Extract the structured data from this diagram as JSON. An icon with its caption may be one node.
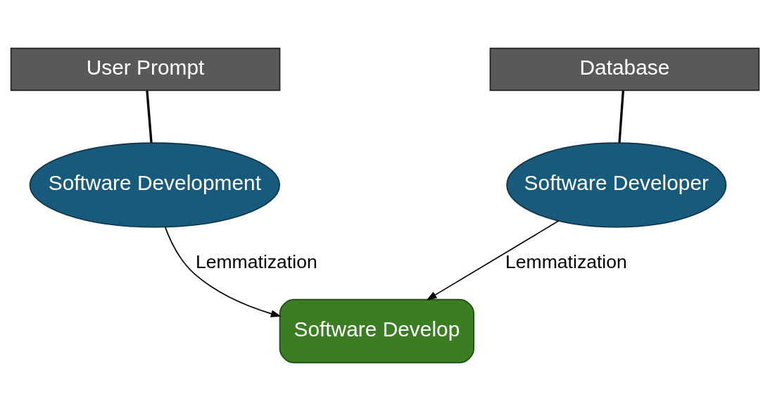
{
  "diagram": {
    "nodes": [
      {
        "text": [
          "User Prompt"
        ]
      },
      {
        "text": [
          "Database"
        ]
      },
      {
        "text": [
          "Software Development"
        ]
      },
      {
        "text": [
          "Software Developer"
        ]
      },
      {
        "text": [
          "Software Develop"
        ]
      }
    ],
    "edges": [
      {
        "from": 0,
        "to": 2,
        "arrow": "none",
        "style": "thick"
      },
      {
        "from": 1,
        "to": 3,
        "arrow": "none",
        "style": "thick"
      },
      {
        "from": 2,
        "to": 4,
        "arrow": "to",
        "label": "Lemmatization"
      },
      {
        "from": 3,
        "to": 4,
        "arrow": "to",
        "label": "Lemmatization"
      }
    ]
  }
}
